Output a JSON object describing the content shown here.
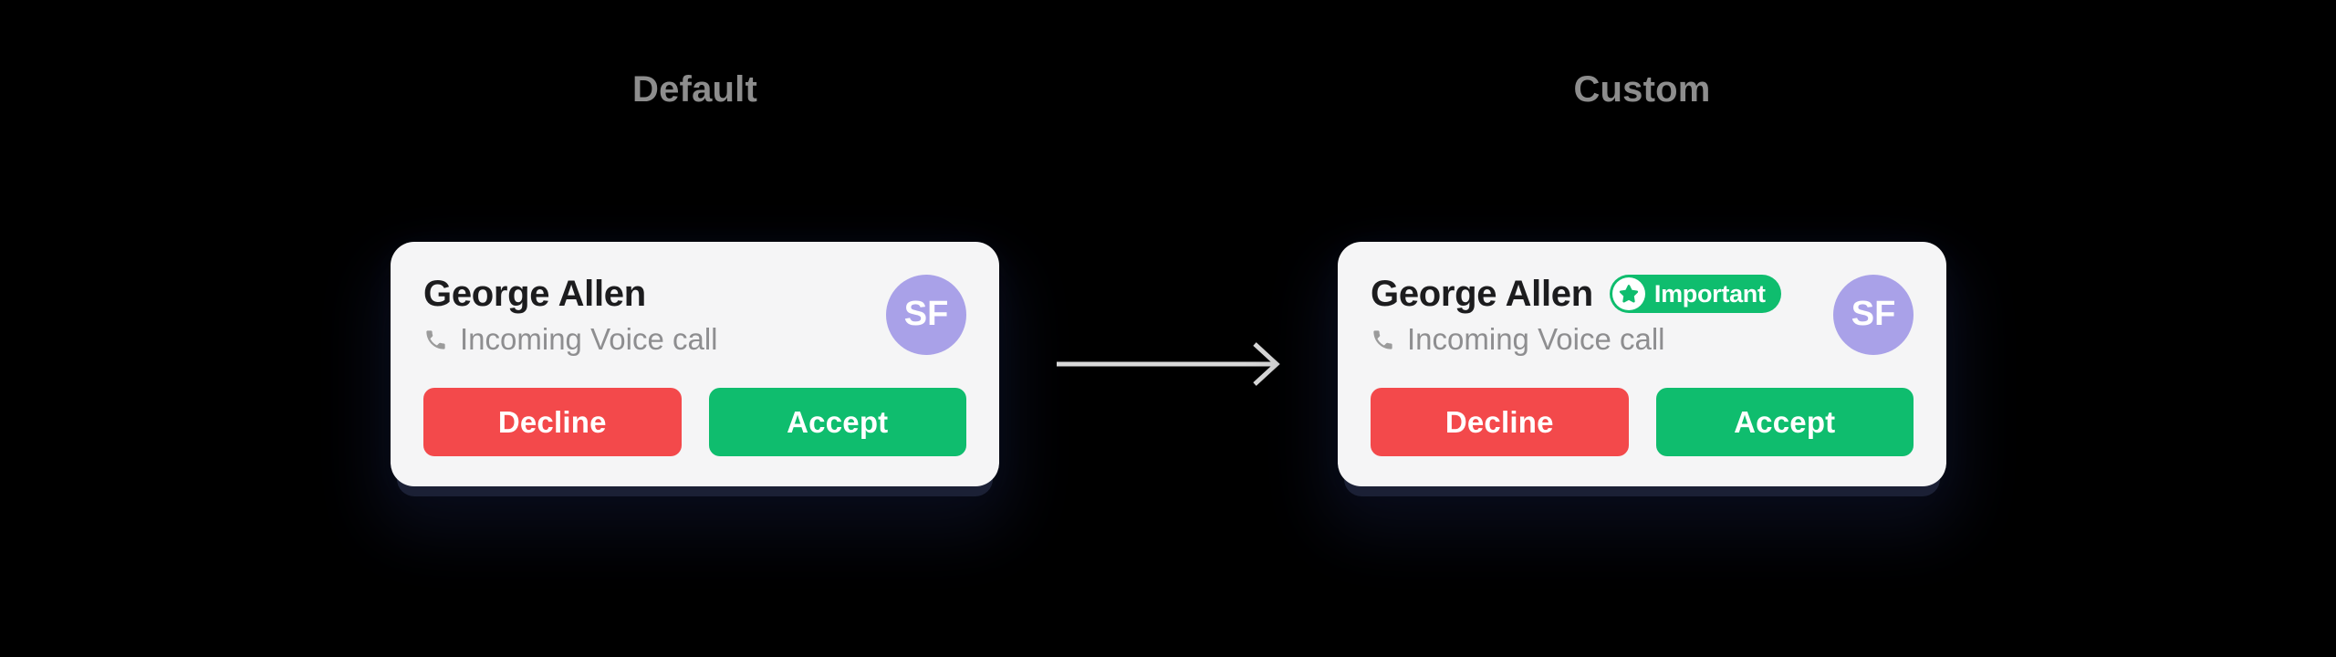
{
  "page": {
    "background_color": "#000000"
  },
  "colors": {
    "card_background": "#f5f5f6",
    "accent_green": "#0fbd6e",
    "danger_red": "#f3494b",
    "avatar_purple": "#a9a1e8",
    "title_gray": "#8d8d8d",
    "arrow_gray": "#d9d9d9"
  },
  "arrow": {
    "icon": "arrow-right-icon"
  },
  "sections": [
    {
      "title": "Default",
      "card": {
        "contact_name": "George Allen",
        "call_type_icon": "phone-icon",
        "call_type": "Incoming Voice call",
        "avatar_initials": "SF",
        "decline_label": "Decline",
        "accept_label": "Accept"
      }
    },
    {
      "title": "Custom",
      "card": {
        "contact_name": "George Allen",
        "badge_icon": "star-icon",
        "badge_label": "Important",
        "call_type_icon": "phone-icon",
        "call_type": "Incoming Voice call",
        "avatar_initials": "SF",
        "decline_label": "Decline",
        "accept_label": "Accept"
      }
    }
  ]
}
